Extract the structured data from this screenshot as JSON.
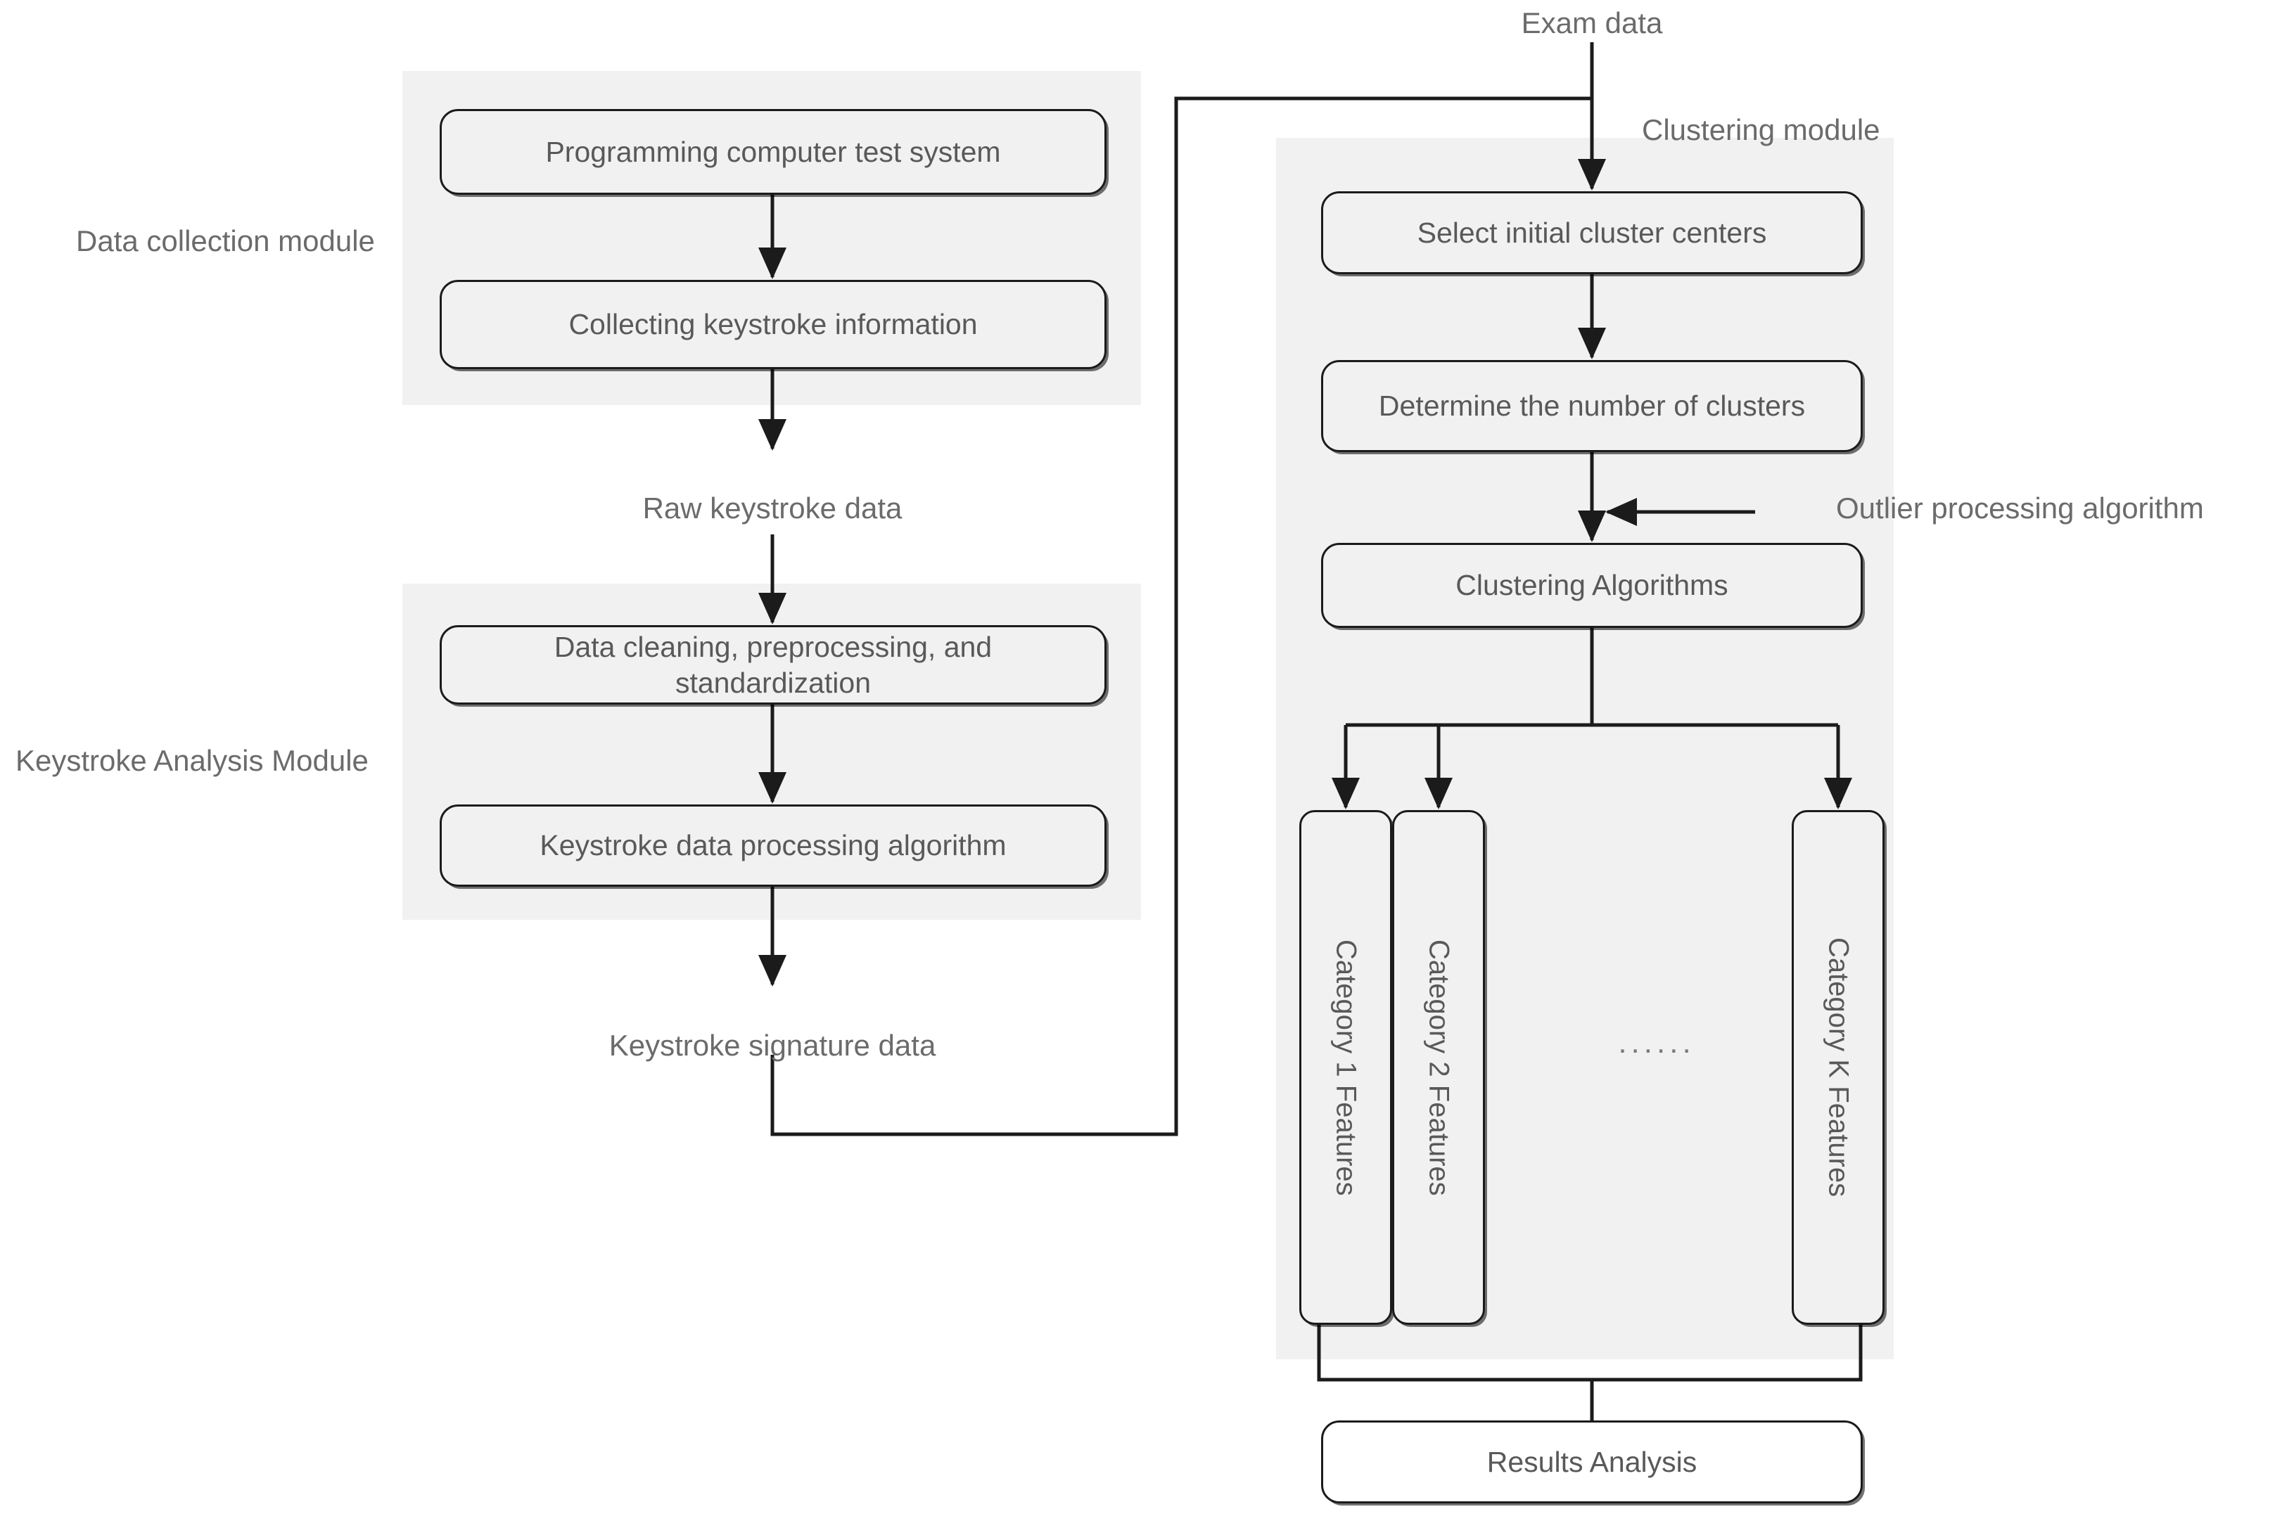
{
  "diagram": {
    "title": "Keystroke analysis and clustering system flowchart",
    "colors": {
      "module_background": "#f1f1f1",
      "node_border": "#1b1b1b",
      "node_fill": "#f1f1f1",
      "text": "#595959",
      "label_text": "#6b6b6b",
      "connector": "#1b1b1b",
      "page_background": "#ffffff"
    }
  },
  "modules": {
    "data_collection": {
      "label": "Data collection module",
      "nodes": [
        {
          "id": "programming-test-system",
          "text": "Programming computer test system"
        },
        {
          "id": "collecting-keystroke-information",
          "text": "Collecting keystroke information"
        }
      ]
    },
    "keystroke_analysis": {
      "label": "Keystroke Analysis Module",
      "nodes": [
        {
          "id": "data-cleaning",
          "text": "Data cleaning, preprocessing, and standardization"
        },
        {
          "id": "keystroke-processing-algorithm",
          "text": "Keystroke data processing algorithm"
        }
      ]
    },
    "clustering": {
      "label": "Clustering module",
      "nodes": [
        {
          "id": "select-initial-cluster-centers",
          "text": "Select initial cluster centers"
        },
        {
          "id": "determine-number-of-clusters",
          "text": "Determine the number of clusters"
        },
        {
          "id": "clustering-algorithms",
          "text": "Clustering Algorithms"
        }
      ],
      "categories": [
        {
          "id": "category-1",
          "text": "Category 1 Features"
        },
        {
          "id": "category-2",
          "text": "Category 2 Features"
        },
        {
          "id": "category-k",
          "text": "Category K Features"
        }
      ],
      "ellipsis": "......"
    }
  },
  "flow_labels": {
    "raw_keystroke_data": "Raw keystroke data",
    "keystroke_signature_data": "Keystroke signature data",
    "exam_data": "Exam data",
    "outlier_processing_algorithm": "Outlier processing algorithm"
  },
  "output": {
    "results_analysis": "Results Analysis"
  }
}
